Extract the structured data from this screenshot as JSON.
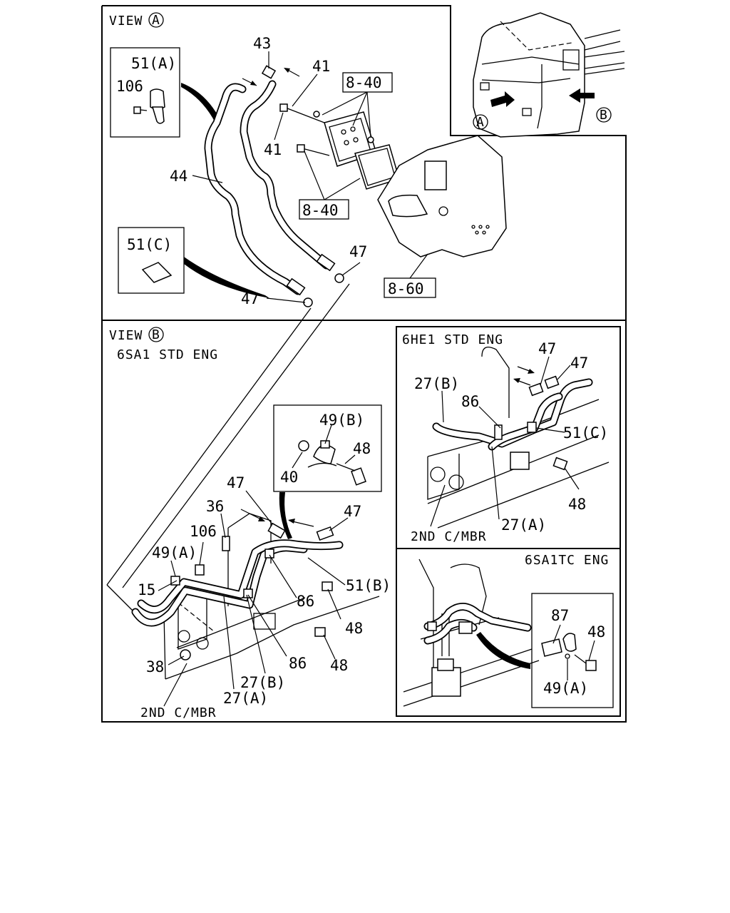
{
  "view_a": {
    "title": "VIEW",
    "title_letter": "A",
    "part_labels": {
      "p43": "43",
      "p41_top": "41",
      "p41_bottom": "41",
      "p8_40_top": "8-40",
      "p8_40_bottom": "8-40",
      "p44": "44",
      "p51a": "51(A)",
      "p106": "106",
      "p51c": "51(C)",
      "p47_right": "47",
      "p47_left": "47",
      "p8_60": "8-60"
    }
  },
  "truck_key": {
    "marker_a": "A",
    "marker_b": "B"
  },
  "view_b": {
    "title": "VIEW",
    "title_letter": "B",
    "subtitle": "6SA1 STD ENG",
    "part_labels": {
      "p49b": "49(B)",
      "p48_inset": "48",
      "p40": "40",
      "p47_a": "47",
      "p36": "36",
      "p47_b": "47",
      "p106": "106",
      "p49a": "49(A)",
      "p15": "15",
      "p51b": "51(B)",
      "p86_a": "86",
      "p48_a": "48",
      "p38": "38",
      "p86_b": "86",
      "p48_b": "48",
      "p27b": "27(B)",
      "p27a": "27(A)",
      "mbr": "2ND C/MBR"
    }
  },
  "inset_6he1": {
    "title": "6HE1 STD ENG",
    "part_labels": {
      "p47_a": "47",
      "p47_b": "47",
      "p27b": "27(B)",
      "p86": "86",
      "p51c": "51(C)",
      "p48": "48",
      "p27a": "27(A)",
      "mbr": "2ND C/MBR"
    }
  },
  "inset_6sa1tc": {
    "title": "6SA1TC ENG",
    "part_labels": {
      "p87": "87",
      "p48": "48",
      "p49a": "49(A)"
    }
  }
}
